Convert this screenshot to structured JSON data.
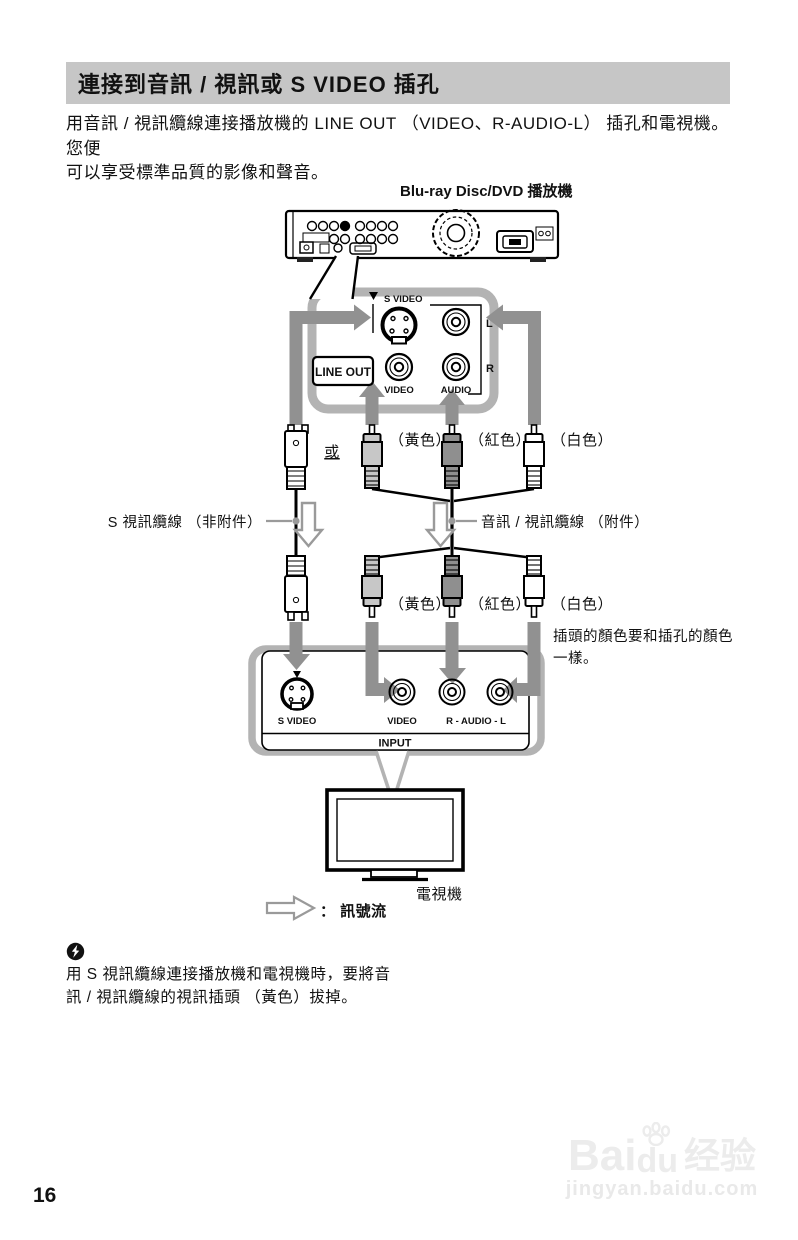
{
  "header": {
    "title": "連接到音訊 / 視訊或 S VIDEO 插孔"
  },
  "intro": {
    "line1": "用音訊 / 視訊纜線連接播放機的 LINE OUT （VIDEO、R-AUDIO-L） 插孔和電視機。您便",
    "line2": "可以享受標準品質的影像和聲音。"
  },
  "diagram": {
    "player_label": "Blu-ray Disc/DVD 播放機",
    "panel": {
      "s_video": "S VIDEO",
      "line_out": "LINE OUT",
      "video": "VIDEO",
      "audio": "AUDIO",
      "l": "L",
      "r": "R"
    },
    "or_label": "或",
    "labels": {
      "yellow": "（黃色）",
      "red": "（紅色）",
      "white": "（白色）"
    },
    "s_cable_label": "S 視訊纜線 （非附件）",
    "av_cable_label": "音訊 / 視訊纜線 （附件）",
    "color_note1": "插頭的顏色要和插孔的顏色",
    "color_note2": "一樣。",
    "tv_panel": {
      "s_video": "S VIDEO",
      "video": "VIDEO",
      "r_audio_l": "R - AUDIO - L",
      "input": "INPUT"
    },
    "tv_label": "電視機",
    "signal_flow": "： 訊號流"
  },
  "note": {
    "line1": "用 S 視訊纜線連接播放機和電視機時，要將音",
    "line2": "訊 / 視訊纜線的視訊插頭 （黃色）拔掉。"
  },
  "page": {
    "number": "16"
  },
  "watermark": {
    "brand_a": "Bai",
    "brand_b": "du",
    "brand_suffix": "经验",
    "url": "jingyan.baidu.com"
  },
  "colors": {
    "title_bar": "#c6c6c6",
    "arrow_gray": "#919191",
    "panel_border": "#b3b3b3",
    "plug_yellow": "#c7c7c7",
    "plug_red": "#8f8f8f",
    "plug_white": "#ffffff",
    "signal_arrow": "#9a9a9a"
  }
}
